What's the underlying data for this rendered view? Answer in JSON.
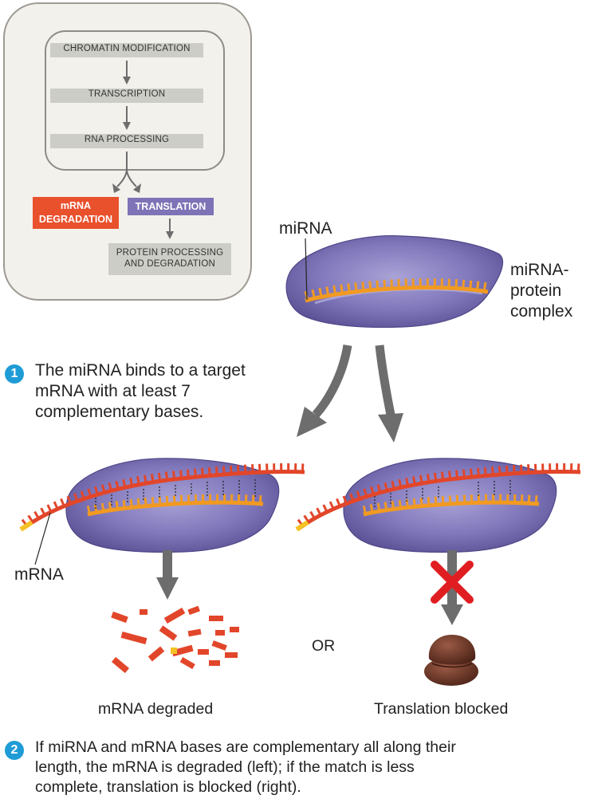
{
  "pathway": {
    "steps": [
      "CHROMATIN MODIFICATION",
      "TRANSCRIPTION",
      "RNA PROCESSING"
    ],
    "mrna_degradation": [
      "mRNA",
      "DEGRADATION"
    ],
    "translation": "TRANSLATION",
    "protein_processing": [
      "PROTEIN PROCESSING",
      "AND DEGRADATION"
    ]
  },
  "labels": {
    "mirna": "miRNA",
    "complex": [
      "miRNA-",
      "protein",
      "complex"
    ],
    "mrna": "mRNA",
    "or": "OR",
    "mrna_degraded": "mRNA degraded",
    "translation_blocked": "Translation blocked"
  },
  "step1": {
    "number": "1",
    "lines": [
      "The miRNA binds to a target",
      "mRNA with at least 7",
      "complementary bases."
    ]
  },
  "step2": {
    "number": "2",
    "lines": [
      "If miRNA and mRNA bases are complementary all along their",
      "length, the mRNA is degraded (left); if the match is less",
      "complete, translation is blocked (right)."
    ]
  },
  "colors": {
    "complex_purple": "#7f76b8",
    "mirna_orange": "#f19a22",
    "mrna_red": "#e2462a",
    "arrow_gray": "#6d6d6d",
    "block_red": "#e01e22",
    "ribosome_brown": "#6e3a2d",
    "step_blue": "#1f9cd6"
  }
}
